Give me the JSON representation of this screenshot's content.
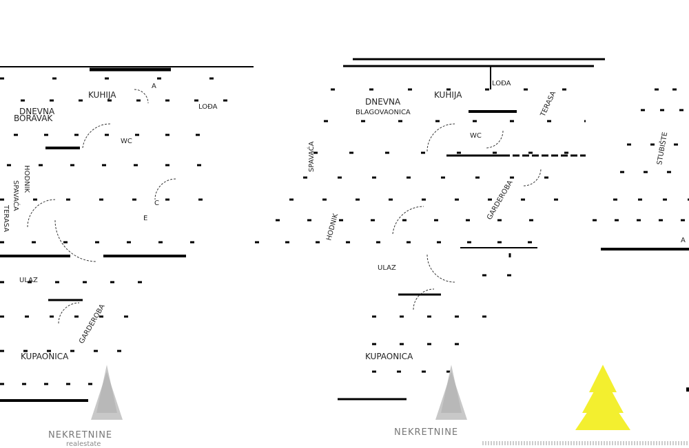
{
  "labels": {
    "left": {
      "kuhija": "KUHIJA",
      "dnevna": "DNEVNA",
      "boravak": "BORAVAK",
      "wc": "WC",
      "hodnik": "HODNIK",
      "ulaz": "ULAZ",
      "spavaca": "SPAVAĆA",
      "kupaonica": "KUPAONICA",
      "garderoba": "GARDEROBA",
      "terasa": "TERASA",
      "lodja": "LOĐA",
      "a": "A",
      "c": "C",
      "e": "E"
    },
    "middle": {
      "kuhija": "KUHIJA",
      "dnevna": "DNEVNA",
      "blagovaonica": "BLAGOVAONICA",
      "ulaz": "ULAZ",
      "hodnik": "HODNIK",
      "spavaca": "SPAVAĆA",
      "kupaonica": "KUPAONICA",
      "wc": "WC",
      "terasa": "TERASA",
      "garderoba": "GARDEROBA",
      "lodja": "LOĐA"
    },
    "right": {
      "stubiste": "STUBIŠTE",
      "a": "A"
    }
  },
  "watermarks": {
    "left_brand": "NEKRETNINE",
    "left_sub": "realestate",
    "middle_brand": "NEKRETNINE"
  },
  "colors": {
    "walls": "#000000",
    "logo_gray": "#9a9a9a",
    "logo_yellow": "#f3ef2f"
  },
  "icons": {
    "left_logo": "tree-logo-icon",
    "middle_logo": "tree-logo-icon",
    "right_logo": "yellow-tree-logo-icon"
  }
}
